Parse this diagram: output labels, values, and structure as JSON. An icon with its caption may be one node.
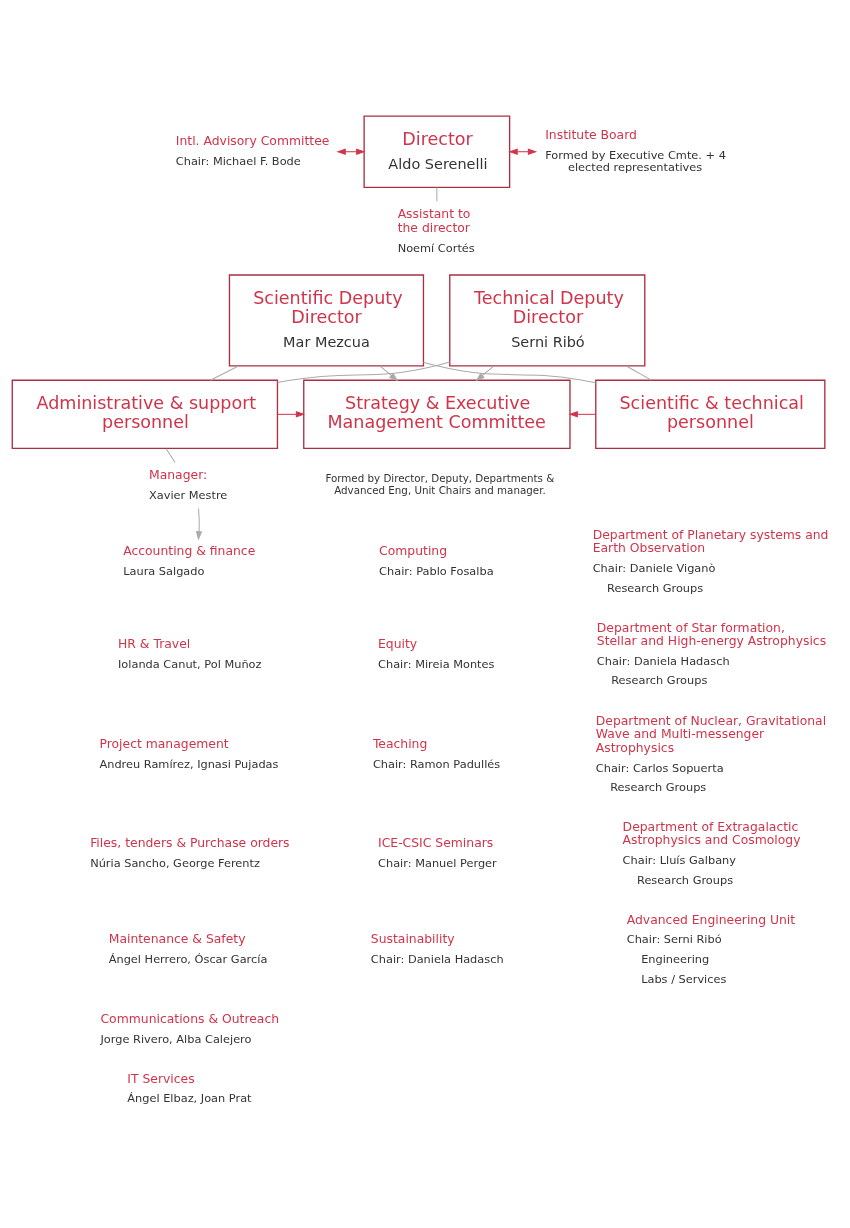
{
  "diagram": {
    "nodes": [
      {
        "text": [
          "Intl. Advisory Committee",
          "Chair: Michael F. Bode"
        ]
      },
      {
        "text": [
          "Director",
          "Aldo Serenelli"
        ]
      },
      {
        "text": [
          "Institute Board",
          "Formed by Executive Cmte. + 4 elected representatives"
        ]
      },
      {
        "text": [
          "Assistant to the director",
          "Noemí Cortés"
        ]
      },
      {
        "text": [
          "Scientific Deputy Director",
          "Mar Mezcua"
        ]
      },
      {
        "text": [
          "Technical Deputy Director",
          "Serni Ribó"
        ]
      },
      {
        "text": [
          "Administrative & support personnel"
        ]
      },
      {
        "text": [
          "Strategy & Executive Management Committee"
        ],
        "beside": [
          "Formed by Director, Deputy, Departments & Advanced Eng, Unit Chairs and manager."
        ]
      },
      {
        "text": [
          "Scientific & technical personnel"
        ]
      },
      {
        "text": [
          "Manager:",
          "Xavier Mestre"
        ]
      },
      {
        "text": [
          "Accounting & finance",
          "Laura Salgado"
        ]
      },
      {
        "text": [
          "HR & Travel",
          "Iolanda Canut, Pol Muñoz"
        ]
      },
      {
        "text": [
          "Project management",
          "Andreu Ramírez, Ignasi Pujadas"
        ]
      },
      {
        "text": [
          "Files, tenders & Purchase orders",
          "Núria Sancho, George Ferentz"
        ]
      },
      {
        "text": [
          "Maintenance & Safety",
          "Ángel Herrero, Óscar García"
        ]
      },
      {
        "text": [
          "Communications & Outreach",
          "Jorge Rivero, Alba Calejero"
        ]
      },
      {
        "text": [
          "IT Services",
          "Ángel Elbaz, Joan Prat"
        ]
      },
      {
        "text": [
          "Computing",
          "Chair: Pablo Fosalba"
        ]
      },
      {
        "text": [
          "Equity",
          "Chair: Mireia Montes"
        ]
      },
      {
        "text": [
          "Teaching",
          "Chair: Ramon Padullés"
        ]
      },
      {
        "text": [
          "ICE-CSIC Seminars",
          "Chair: Manuel Perger"
        ]
      },
      {
        "text": [
          "Sustainability",
          "Chair: Daniela Hadasch"
        ]
      },
      {
        "text": [
          "Department of Planetary systems and Earth Observation",
          "Chair: Daniele Viganò",
          "Research Groups"
        ]
      },
      {
        "text": [
          "Department of Star formation, Stellar and High-energy Astrophysics",
          "Chair: Daniela Hadasch",
          "Research Groups"
        ]
      },
      {
        "text": [
          "Department of Nuclear, Gravitational Wave and Multi-messenger Astrophysics",
          "Chair: Carlos Sopuerta",
          "Research Groups"
        ]
      },
      {
        "text": [
          "Department of Extragalactic Astrophysics and Cosmology",
          "Chair: Lluís Galbany",
          "Research Groups"
        ]
      },
      {
        "text": [
          "Advanced Engineering Unit",
          "Chair: Serni Ribó",
          "Engineering",
          "Labs / Services"
        ]
      }
    ],
    "edges": [
      {
        "from": 0,
        "to": 1,
        "arrow": "both",
        "color": "#d0344a"
      },
      {
        "from": 1,
        "to": 2,
        "arrow": "both",
        "color": "#d0344a"
      },
      {
        "from": 1,
        "to": 3,
        "arrow": "none"
      },
      {
        "from": 4,
        "to": 6,
        "arrow": "none"
      },
      {
        "from": 4,
        "to": 7,
        "arrow": "to"
      },
      {
        "from": 4,
        "to": 8,
        "arrow": "none"
      },
      {
        "from": 5,
        "to": 6,
        "arrow": "none"
      },
      {
        "from": 5,
        "to": 7,
        "arrow": "to"
      },
      {
        "from": 5,
        "to": 8,
        "arrow": "none"
      },
      {
        "from": 6,
        "to": 7,
        "arrow": "to",
        "color": "#d0344a"
      },
      {
        "from": 8,
        "to": 7,
        "arrow": "to",
        "color": "#d0344a"
      },
      {
        "from": 6,
        "to": 9,
        "arrow": "none"
      },
      {
        "from": 9,
        "to": 10,
        "arrow": "to"
      }
    ]
  }
}
